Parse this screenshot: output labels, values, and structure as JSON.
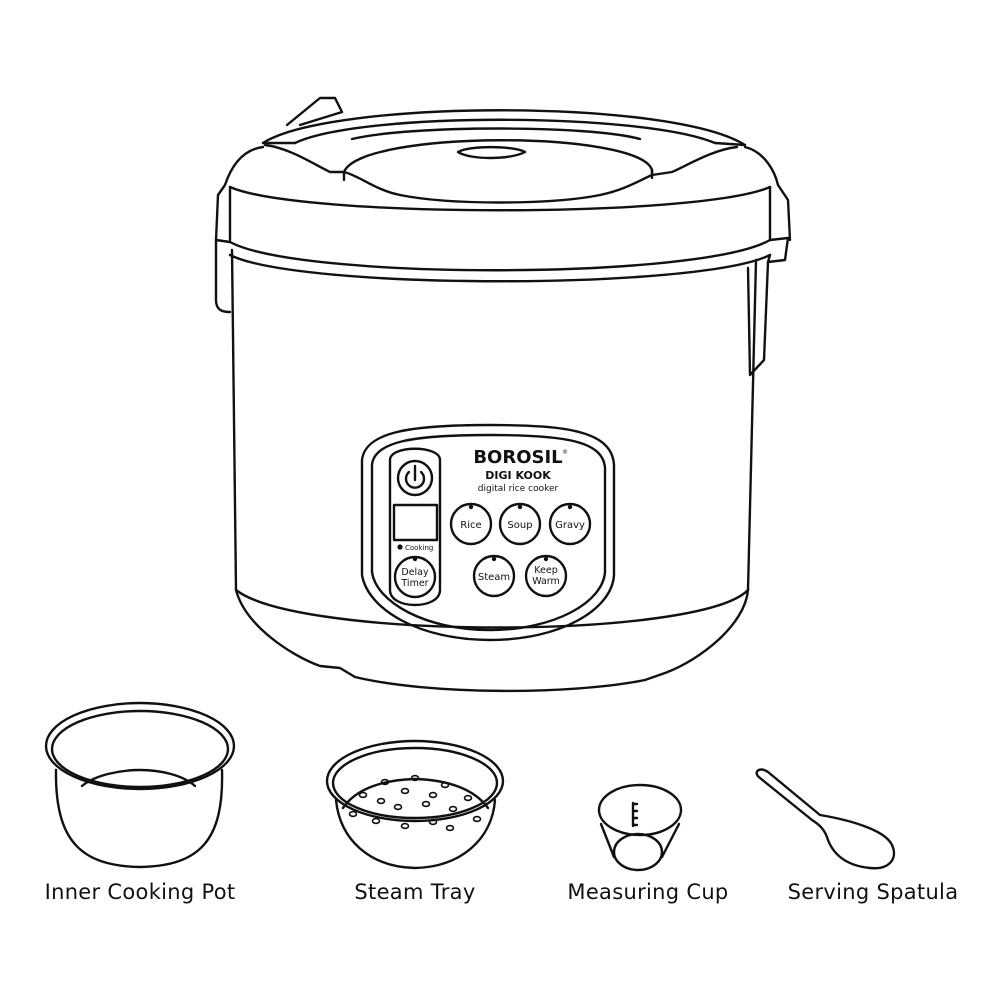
{
  "product": {
    "brand": "BOROSIL",
    "brand_mark": "®",
    "model": "DIGI KOOK",
    "subtitle": "digital rice cooker"
  },
  "control_panel": {
    "power_icon": "power-icon",
    "indicator_label": "Cooking",
    "buttons": [
      {
        "label": "Rice"
      },
      {
        "label": "Soup"
      },
      {
        "label": "Gravy"
      },
      {
        "label": "Steam"
      },
      {
        "label_line1": "Keep",
        "label_line2": "Warm"
      },
      {
        "label_line1": "Delay",
        "label_line2": "Timer"
      }
    ]
  },
  "accessories": [
    {
      "label": "Inner Cooking Pot"
    },
    {
      "label": "Steam Tray"
    },
    {
      "label": "Measuring Cup"
    },
    {
      "label": "Serving Spatula"
    }
  ]
}
